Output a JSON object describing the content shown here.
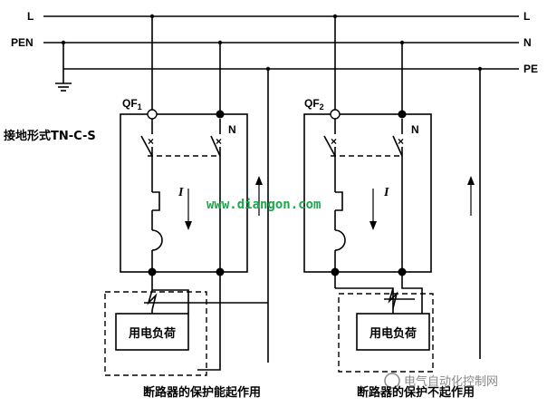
{
  "bus": {
    "L_left": "L",
    "L_right": "L",
    "PEN_left": "PEN",
    "N_right": "N",
    "PE_right": "PE"
  },
  "breakers": {
    "qf1_prefix": "QF",
    "qf1_sub": "1",
    "qf2_prefix": "QF",
    "qf2_sub": "2",
    "n1": "N",
    "n2": "N",
    "x_mark": "×",
    "current1": "I",
    "current2": "I"
  },
  "system_label": "接地形式TN-C-S",
  "loads": {
    "load1": "用电负荷",
    "load2": "用电负荷"
  },
  "captions": {
    "left": "断路器的保护能起作用",
    "right": "断路器的保护不起作用"
  },
  "watermark": {
    "site": "www.diangon.com",
    "channel": "电气自动化控制网"
  }
}
